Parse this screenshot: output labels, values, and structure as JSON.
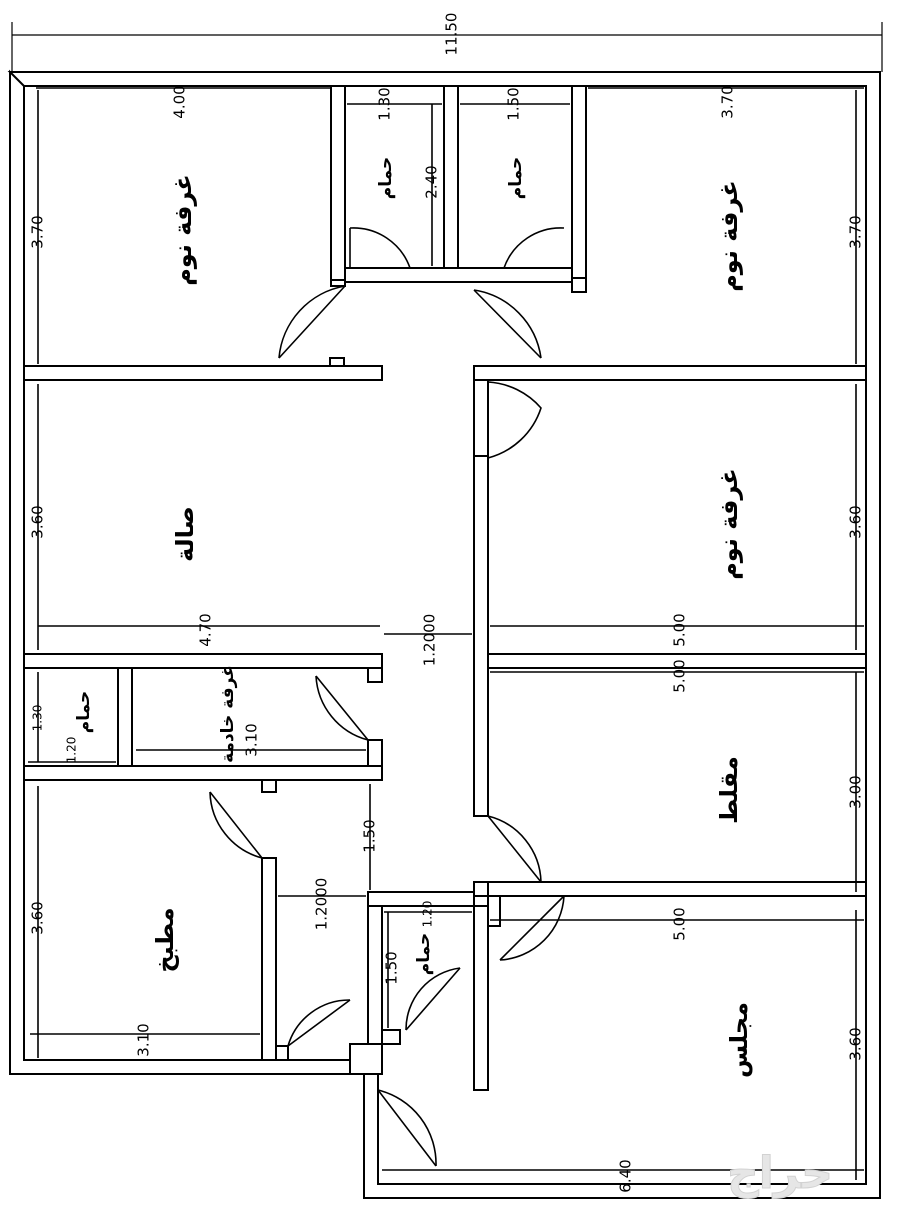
{
  "dimensions": {
    "overall_width": "11.50",
    "top_left_room_width": "4.00",
    "top_left_room_depth": "3.70",
    "bath_1_width": "1.30",
    "bath_1_depth": "2.40",
    "bath_2_width": "1.50",
    "top_right_room_width": "3.70",
    "top_right_room_depth": "3.70",
    "hall_depth": "3.60",
    "hall_width": "4.70",
    "corridor_width": "1.2000",
    "mid_right_room_depth": "3.60",
    "mid_right_room_width": "5.00",
    "maid_room_height": "1.30",
    "maid_bath_width": "1.20",
    "maid_room_width": "3.10",
    "storage_width": "5.00",
    "storage_depth": "3.00",
    "entry_length": "1.50",
    "kitchen_depth": "3.60",
    "kitchen_width": "3.10",
    "lower_corridor_width": "1.2000",
    "small_bath_width": "1.20",
    "small_bath_depth": "1.50",
    "majlis_width_top": "5.00",
    "majlis_depth": "3.60",
    "majlis_width_bottom": "6.40"
  },
  "rooms": {
    "bedroom_top_left": "غرفة نوم",
    "bath_1": "حمام",
    "bath_2": "حمام",
    "bedroom_top_right": "غرفة نوم",
    "hall": "صالة",
    "bedroom_mid_right": "غرفة نوم",
    "maid_bath": "حمام",
    "maid_room": "غرفة خادمة",
    "storage": "مقلط",
    "kitchen": "مطبخ",
    "small_bath": "حمام",
    "majlis": "مجلس"
  },
  "watermark": "حراج"
}
